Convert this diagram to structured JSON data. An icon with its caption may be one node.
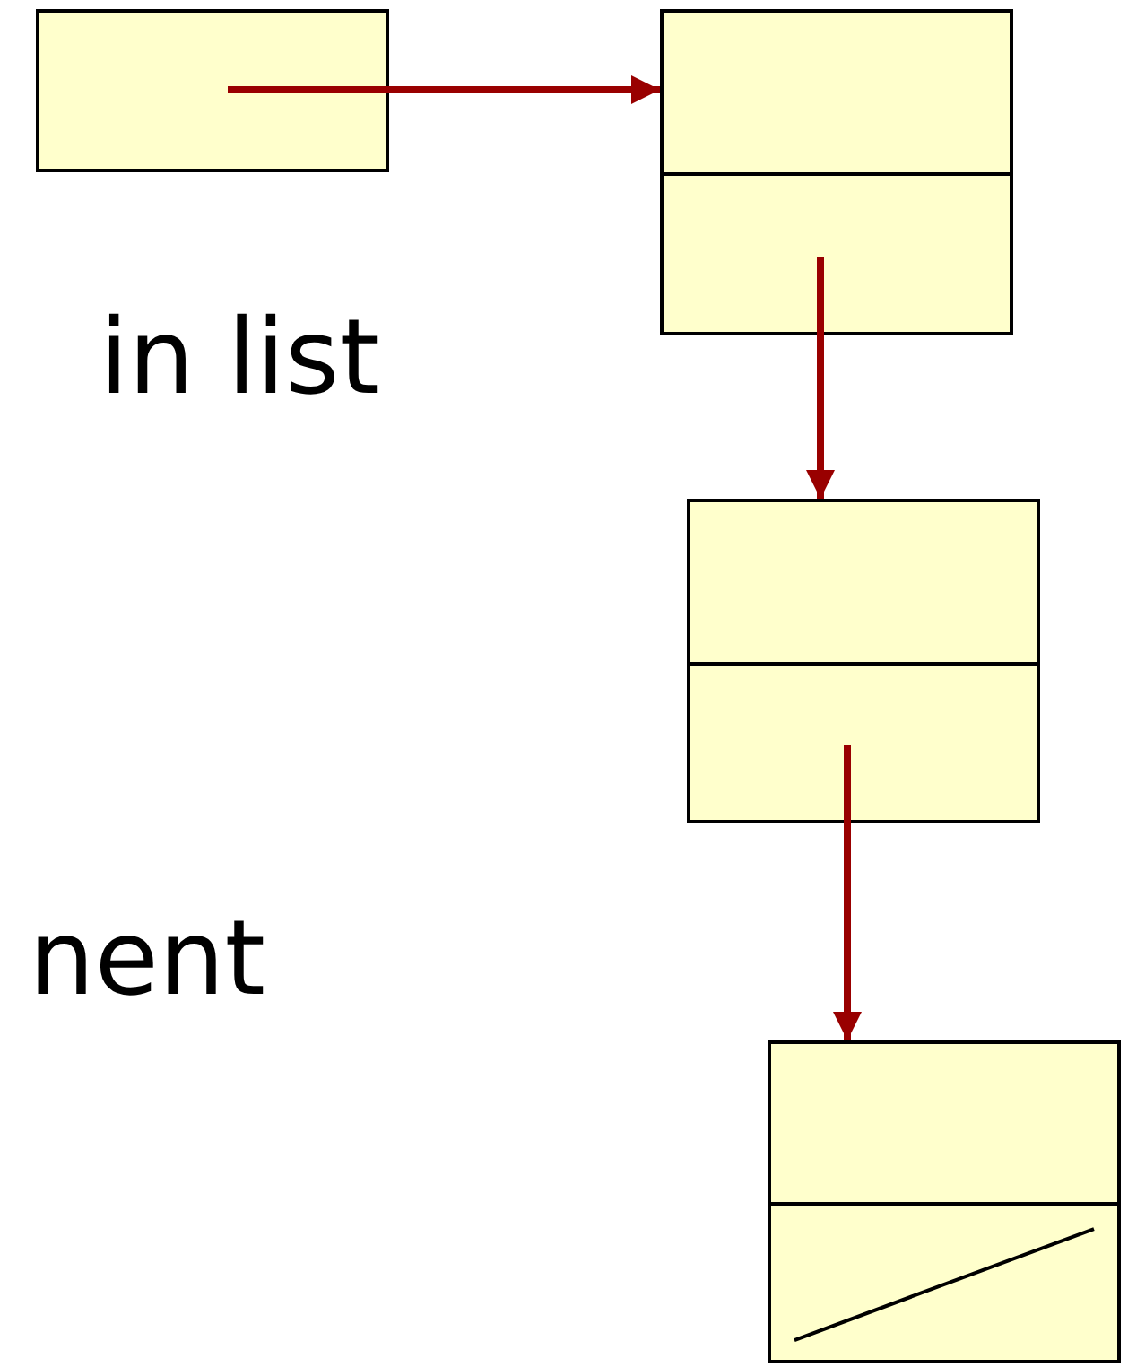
{
  "diagram": {
    "nodes": [
      {
        "text": [],
        "shape": "box"
      },
      {
        "text": [],
        "shape": "box"
      },
      {
        "text": [],
        "shape": "box"
      },
      {
        "text": [],
        "shape": "box"
      }
    ],
    "edges": [
      {
        "from": 0,
        "to": 1,
        "arrow": "to",
        "color": "#990000"
      },
      {
        "from": 1,
        "to": 2,
        "arrow": "to",
        "color": "#990000"
      },
      {
        "from": 2,
        "to": 3,
        "arrow": "to",
        "color": "#990000"
      }
    ],
    "labels": [
      "in list",
      "nent"
    ]
  }
}
